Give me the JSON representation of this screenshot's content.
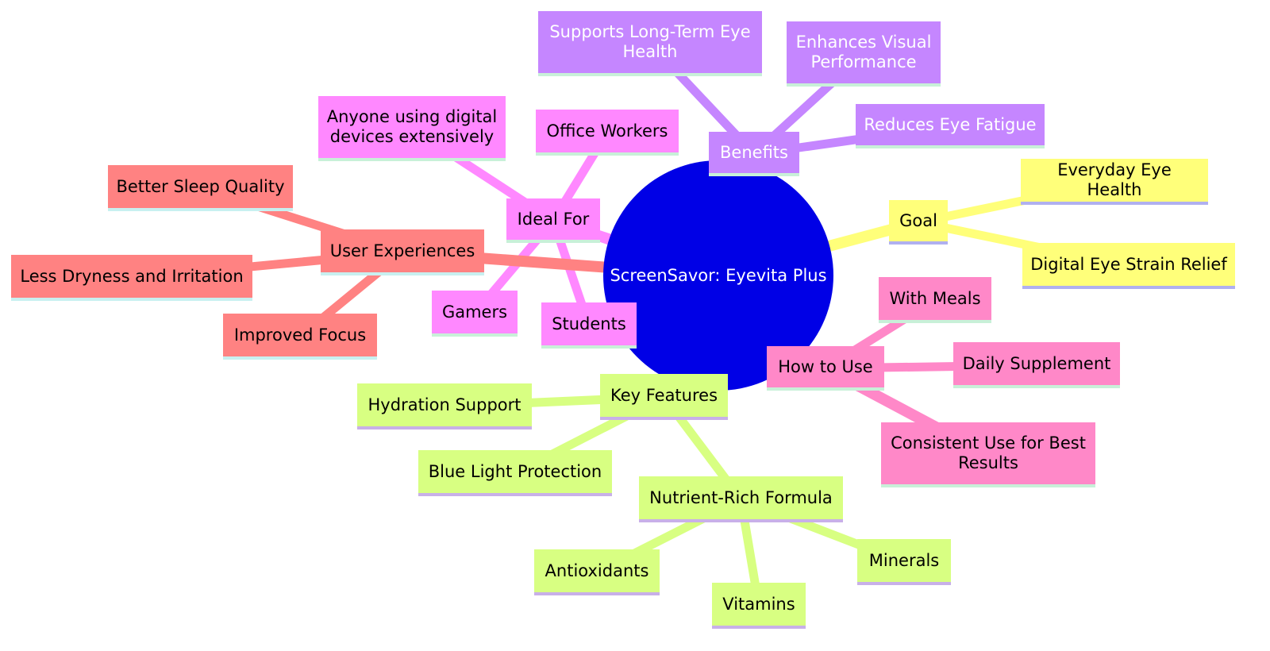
{
  "root": {
    "label": "ScreenSavor: Eyevita Plus",
    "color": "#0000e6"
  },
  "branches": {
    "benefits": {
      "label": "Benefits",
      "color": "#c586ff",
      "text_color": "#ffffff",
      "border": "#c8f0d8",
      "children": [
        "Supports Long-Term Eye Health",
        "Enhances Visual Performance",
        "Reduces Eye Fatigue"
      ]
    },
    "goal": {
      "label": "Goal",
      "color": "#ffff7a",
      "text_color": "#000000",
      "border": "#b0b0f0",
      "children": [
        "Everyday Eye Health",
        "Digital Eye Strain Relief"
      ]
    },
    "how_to_use": {
      "label": "How to Use",
      "color": "#ff88c8",
      "text_color": "#000000",
      "border": "#c8f0d8",
      "children": [
        "With Meals",
        "Daily Supplement",
        "Consistent Use for Best Results"
      ]
    },
    "key_features": {
      "label": "Key Features",
      "color": "#d8ff82",
      "text_color": "#000000",
      "border": "#c8b0e8",
      "children": [
        "Hydration Support",
        "Blue Light Protection"
      ]
    },
    "nutrient_rich_formula": {
      "label": "Nutrient-Rich Formula",
      "color": "#d8ff82",
      "text_color": "#000000",
      "border": "#c8b0e8",
      "children": [
        "Antioxidants",
        "Vitamins",
        "Minerals"
      ]
    },
    "ideal_for": {
      "label": "Ideal For",
      "color": "#ff88ff",
      "text_color": "#000000",
      "border": "#c8f0d8",
      "children": [
        "Anyone using digital devices extensively",
        "Office Workers",
        "Gamers",
        "Students"
      ]
    },
    "user_experiences": {
      "label": "User Experiences",
      "color": "#ff8282",
      "text_color": "#000000",
      "border": "#c8f0f0",
      "children": [
        "Better Sleep Quality",
        "Less Dryness and Irritation",
        "Improved Focus"
      ]
    }
  }
}
